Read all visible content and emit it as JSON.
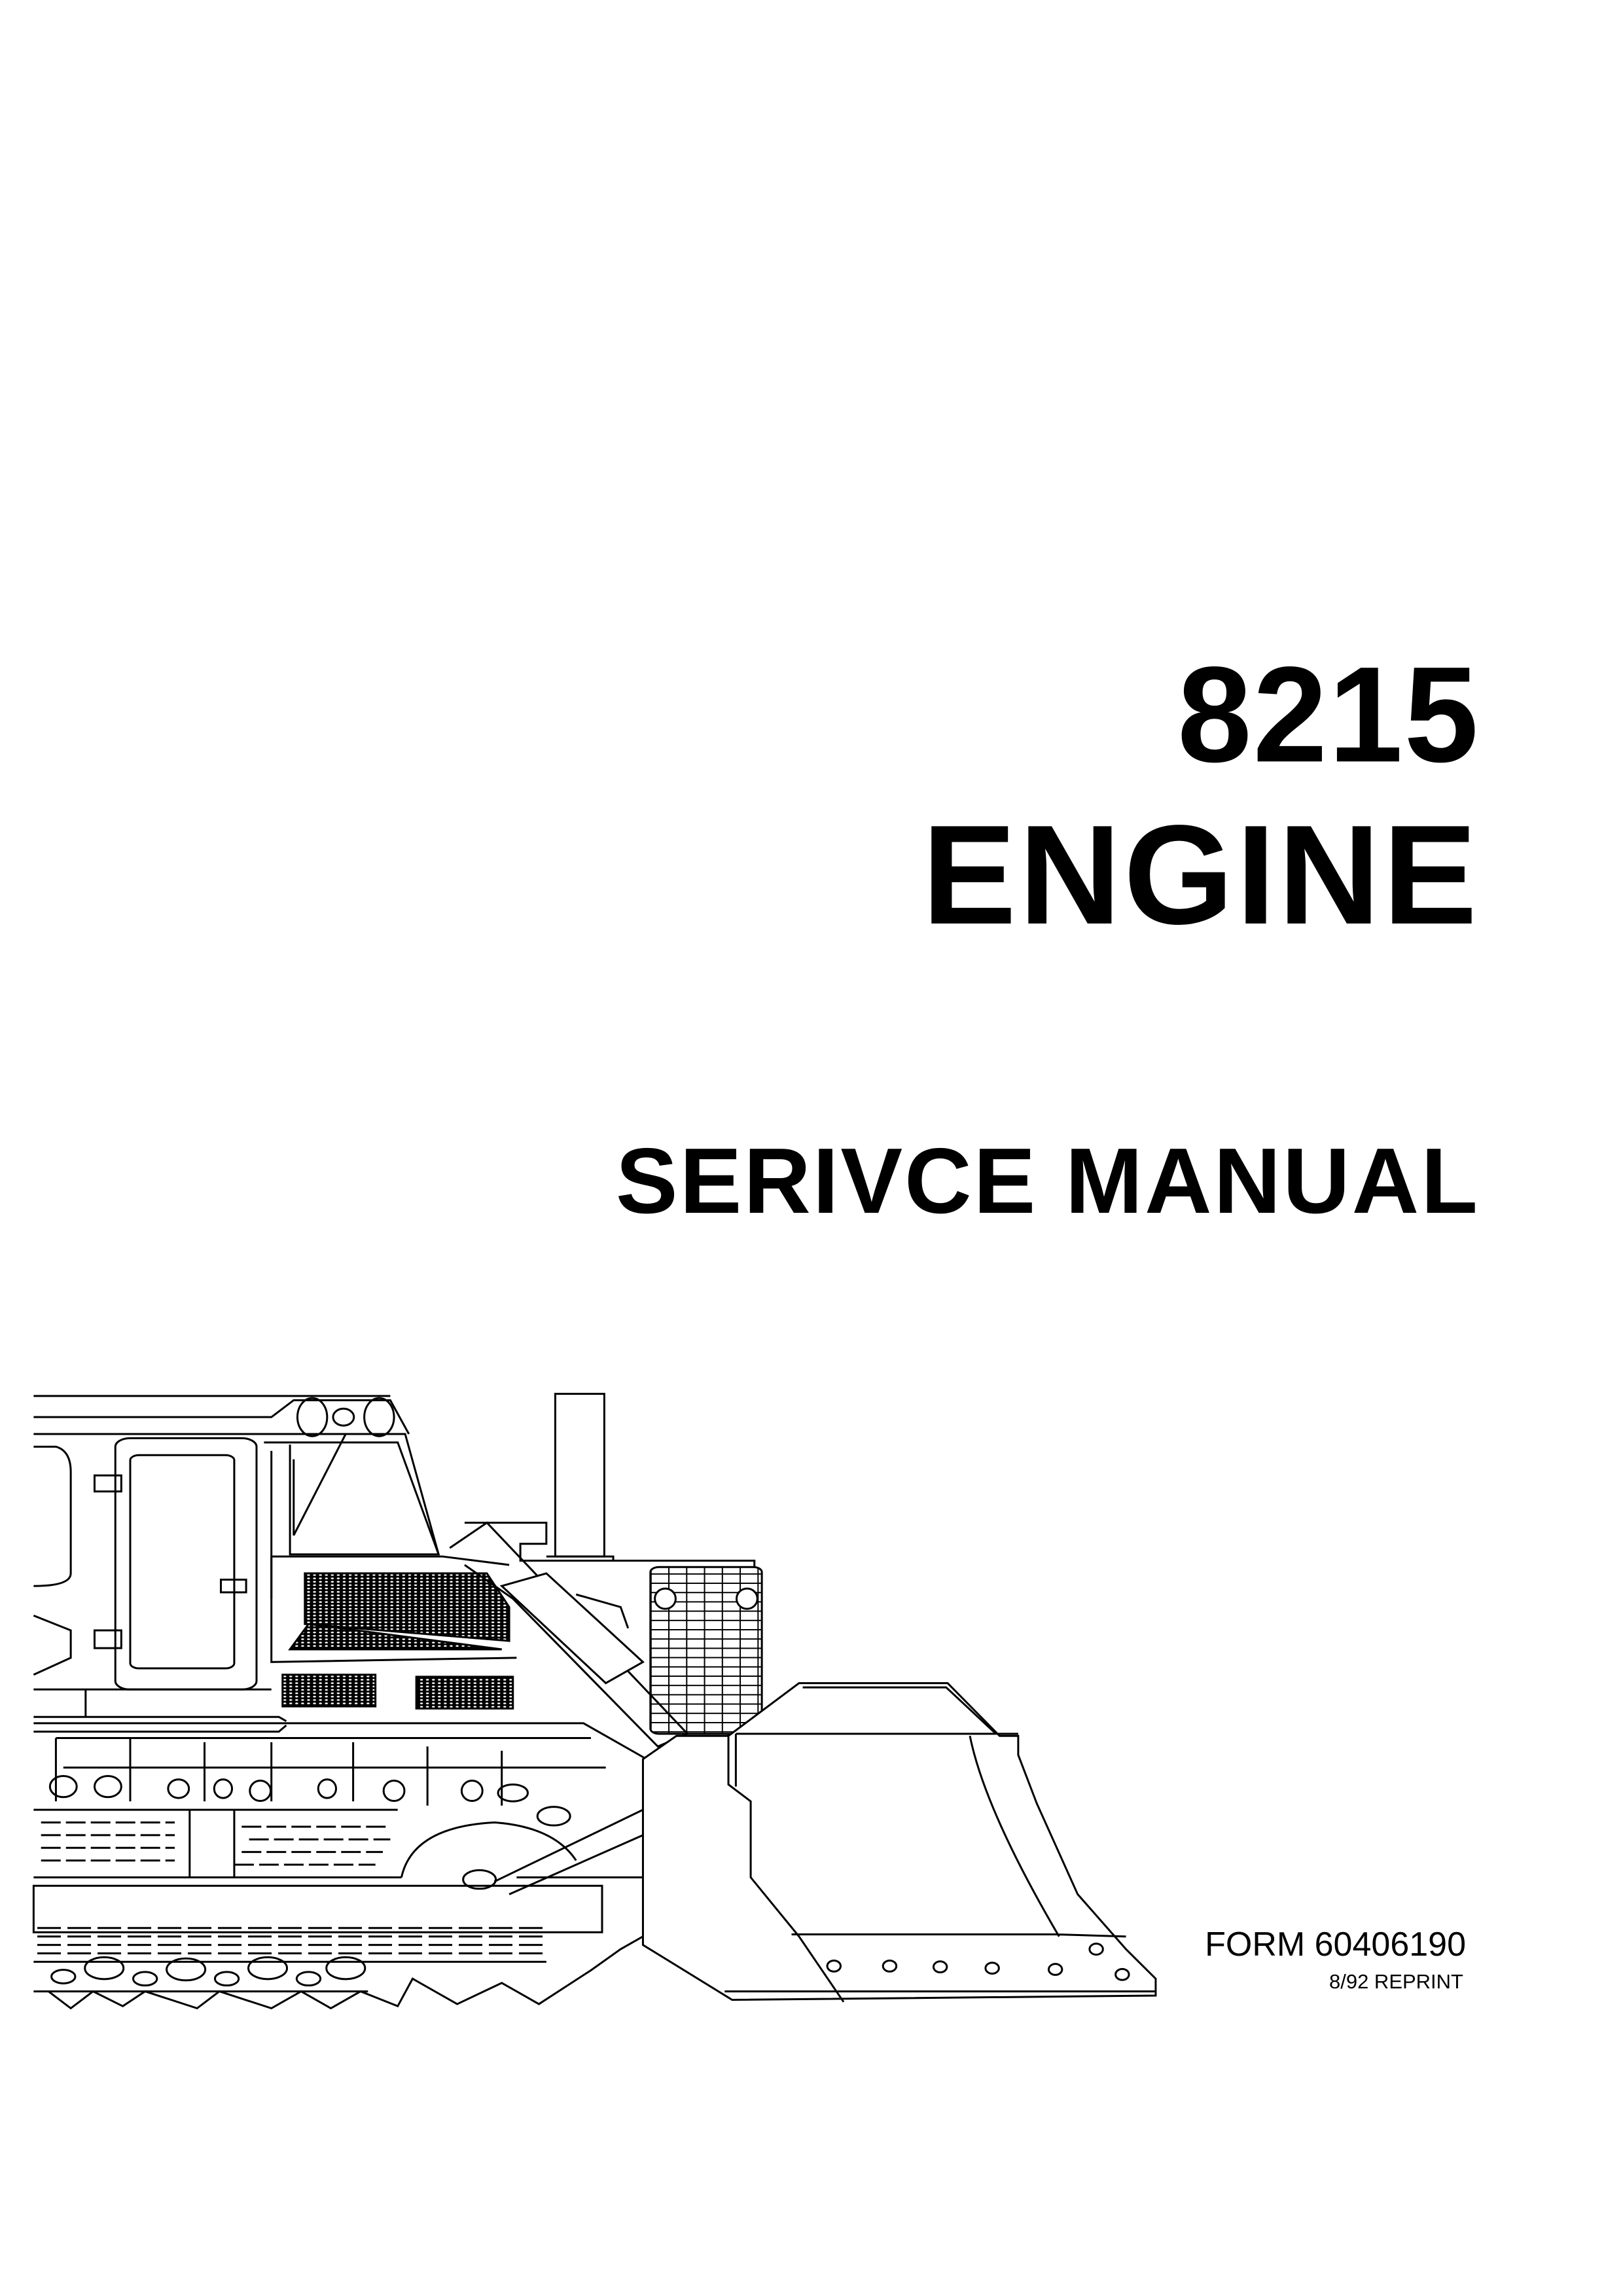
{
  "cover": {
    "model_number": "8215",
    "subject": "ENGINE",
    "document_type": "SERIVCE MANUAL",
    "form_number": "FORM 60406190",
    "edition": "8/92 REPRINT"
  },
  "illustration": {
    "icon": "crawler-dozer-illustration"
  }
}
